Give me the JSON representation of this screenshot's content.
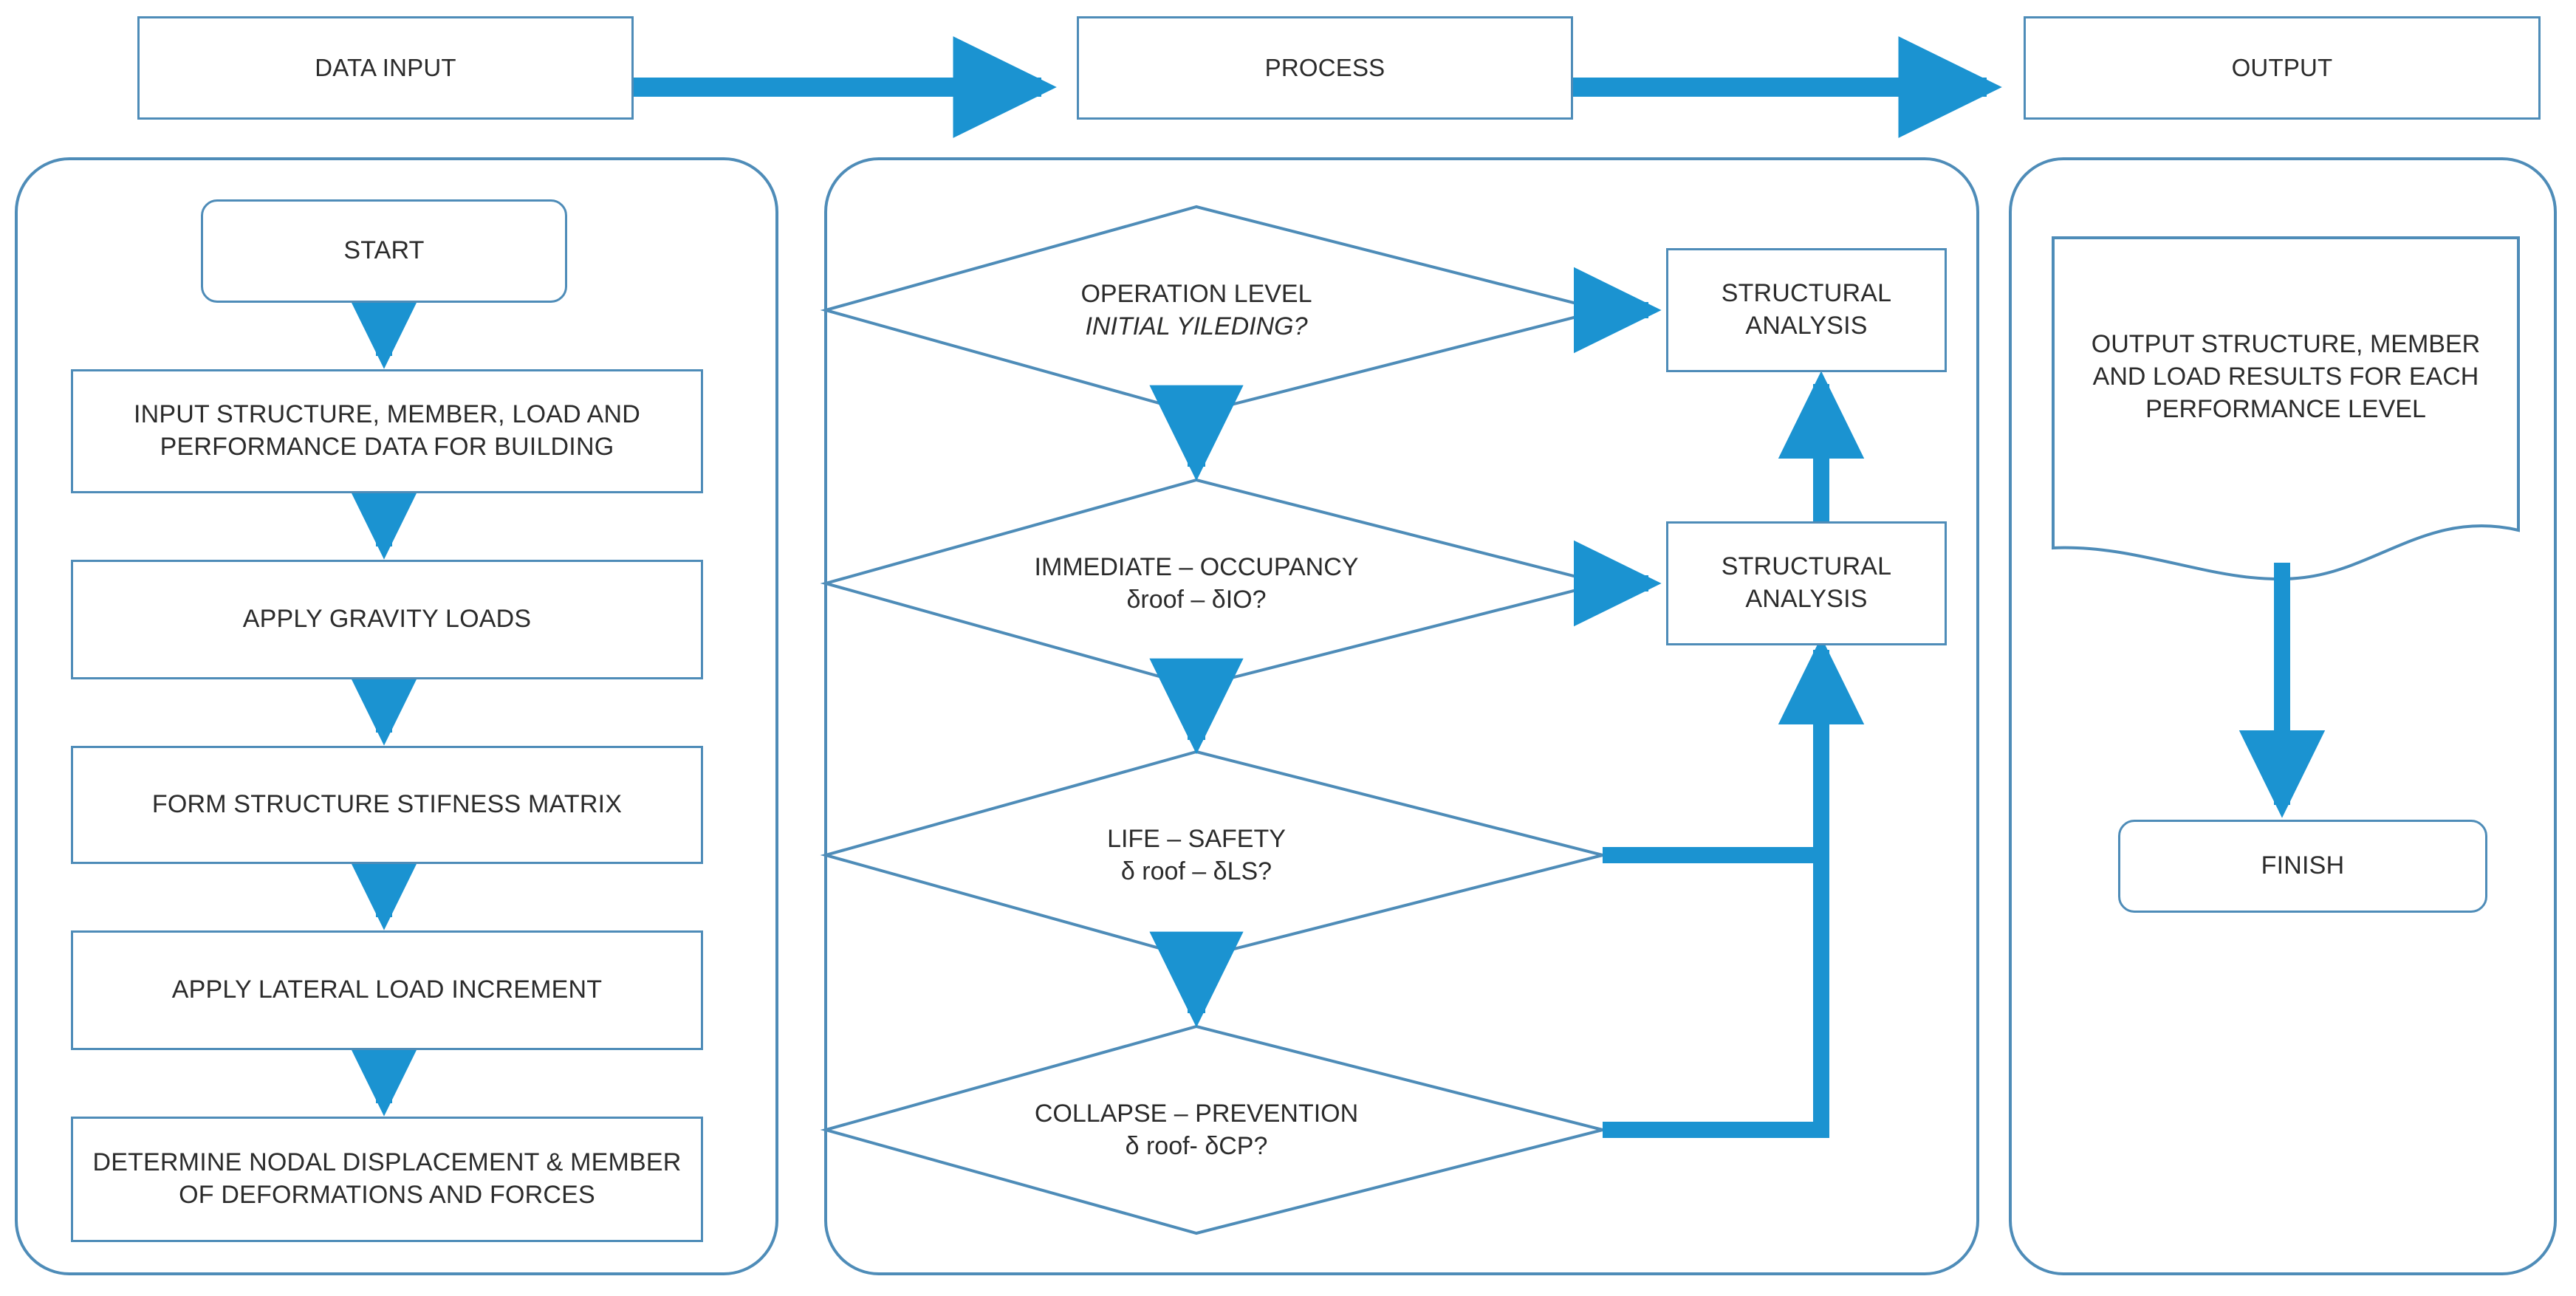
{
  "diagram": {
    "title_colors": {
      "box_border": "#4E8CB8",
      "arrow_blue": "#1B93D1",
      "panel_border": "#4E8CB8",
      "text": "#2b2b2b",
      "background": "#ffffff"
    },
    "headers": [
      {
        "id": "data-input",
        "label": "DATA INPUT"
      },
      {
        "id": "process",
        "label": "PROCESS"
      },
      {
        "id": "output",
        "label": "OUTPUT"
      }
    ],
    "left_column": {
      "panel_name": "data-input-panel",
      "nodes": [
        {
          "id": "start",
          "shape": "rounded-rect",
          "label": "START"
        },
        {
          "id": "input-data",
          "shape": "rect",
          "label": "INPUT STRUCTURE, MEMBER, LOAD AND PERFORMANCE DATA FOR BUILDING"
        },
        {
          "id": "apply-gravity-loads",
          "shape": "rect",
          "label": "APPLY GRAVITY LOADS"
        },
        {
          "id": "form-stiffness-matrix",
          "shape": "rect",
          "label": "FORM STRUCTURE STIFNESS MATRIX"
        },
        {
          "id": "apply-lateral-load",
          "shape": "rect",
          "label": "APPLY LATERAL LOAD INCREMENT"
        },
        {
          "id": "determine-nodal-displacement",
          "shape": "rect",
          "label": "DETERMINE NODAL DISPLACEMENT & MEMBER OF DEFORMATIONS AND FORCES"
        }
      ]
    },
    "center_column": {
      "panel_name": "process-panel",
      "decisions": [
        {
          "id": "operation-level",
          "line1": "OPERATION LEVEL",
          "line2": "INITIAL YILEDING?",
          "line2_italic": true
        },
        {
          "id": "immediate-occupancy",
          "line1": "IMMEDIATE – OCCUPANCY",
          "line2": "δroof – δIO?",
          "line2_italic": false
        },
        {
          "id": "life-safety",
          "line1": "LIFE – SAFETY",
          "line2": "δ roof – δLS?",
          "line2_italic": false
        },
        {
          "id": "collapse-prevention",
          "line1": "COLLAPSE – PREVENTION",
          "line2": "δ roof- δCP?",
          "line2_italic": false
        }
      ],
      "analysis_boxes": [
        {
          "id": "structural-analysis-top",
          "label": "STRUCTURAL ANALYSIS"
        },
        {
          "id": "structural-analysis-bottom",
          "label": "STRUCTURAL ANALYSIS"
        }
      ]
    },
    "right_column": {
      "panel_name": "output-panel",
      "nodes": [
        {
          "id": "output-document",
          "shape": "document",
          "label": "OUTPUT STRUCTURE, MEMBER AND LOAD RESULTS FOR EACH PERFORMANCE LEVEL"
        },
        {
          "id": "finish",
          "shape": "rounded-rect",
          "label": "FINISH"
        }
      ]
    },
    "connectors": [
      {
        "from": "data-input",
        "to": "process",
        "type": "horizontal-arrow"
      },
      {
        "from": "process",
        "to": "output",
        "type": "horizontal-arrow"
      },
      {
        "from": "start",
        "to": "input-data",
        "type": "vertical-arrow"
      },
      {
        "from": "input-data",
        "to": "apply-gravity-loads",
        "type": "vertical-arrow"
      },
      {
        "from": "apply-gravity-loads",
        "to": "form-stiffness-matrix",
        "type": "vertical-arrow"
      },
      {
        "from": "form-stiffness-matrix",
        "to": "apply-lateral-load",
        "type": "vertical-arrow"
      },
      {
        "from": "apply-lateral-load",
        "to": "determine-nodal-displacement",
        "type": "vertical-arrow"
      },
      {
        "from": "operation-level",
        "to": "structural-analysis-top",
        "type": "horizontal-arrow"
      },
      {
        "from": "operation-level",
        "to": "immediate-occupancy",
        "type": "vertical-arrow"
      },
      {
        "from": "immediate-occupancy",
        "to": "structural-analysis-bottom",
        "type": "horizontal-arrow"
      },
      {
        "from": "immediate-occupancy",
        "to": "life-safety",
        "type": "vertical-arrow"
      },
      {
        "from": "life-safety",
        "to": "structural-analysis-bottom",
        "type": "elbow-arrow"
      },
      {
        "from": "life-safety",
        "to": "collapse-prevention",
        "type": "vertical-arrow"
      },
      {
        "from": "collapse-prevention",
        "to": "structural-analysis-bottom",
        "type": "elbow-arrow"
      },
      {
        "from": "structural-analysis-bottom",
        "to": "structural-analysis-top",
        "type": "vertical-arrow"
      },
      {
        "from": "output-document",
        "to": "finish",
        "type": "vertical-arrow"
      }
    ]
  }
}
